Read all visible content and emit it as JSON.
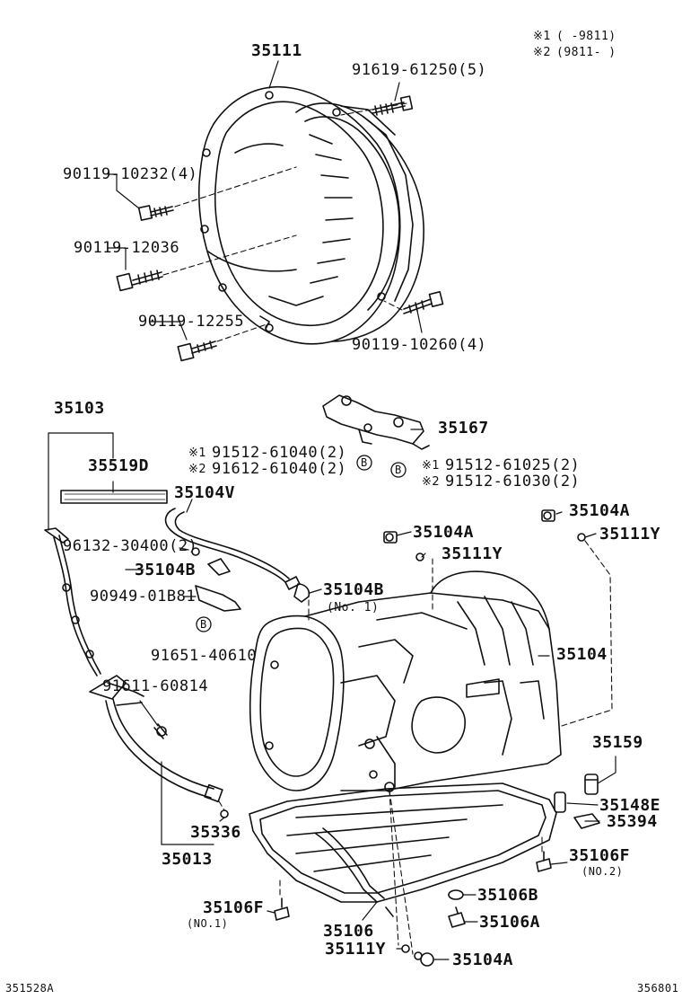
{
  "legend": {
    "note1_mark": "※1",
    "note1_range": "( -9811)",
    "note2_mark": "※2",
    "note2_range": "(9811- )"
  },
  "parts": {
    "p35111": "35111",
    "p91619_61250": "91619-61250(5)",
    "p90119_10232": "90119-10232(4)",
    "p90119_12036": "90119-12036",
    "p90119_12255": "90119-12255",
    "p90119_10260": "90119-10260(4)",
    "p35103": "35103",
    "p35519D": "35519D",
    "p35167": "35167",
    "p91512_61040": "91512-61040(2)",
    "p91612_61040": "91612-61040(2)",
    "p91512_61025": "91512-61025(2)",
    "p91512_61030": "91512-61030(2)",
    "p35104V": "35104V",
    "p96132_30400": "96132-30400(2)",
    "p35104B_1": "35104B",
    "p90949_01B81": "90949-01B81",
    "p35104B_2": "35104B",
    "p35104B_no1": "(No. 1)",
    "p91651_40610": "91651-40610",
    "p91611_60814": "91611-60814",
    "p35104A_top": "35104A",
    "p35111Y_top": "35111Y",
    "p35104A_right": "35104A",
    "p35111Y_right": "35111Y",
    "p35104": "35104",
    "p35159": "35159",
    "p35148E": "35148E",
    "p35394": "35394",
    "p35106F_2": "35106F",
    "p35106F_2_no": "(NO.2)",
    "p35336": "35336",
    "p35013": "35013",
    "p35106F_1": "35106F",
    "p35106F_1_no": "(NO.1)",
    "p35106B": "35106B",
    "p35106A": "35106A",
    "p35106": "35106",
    "p35111Y_bottom": "35111Y",
    "p35104A_bottom": "35104A"
  },
  "markers": {
    "circle_b": "B",
    "note1": "※1",
    "note2": "※2"
  },
  "footer": {
    "left_code": "351528A",
    "right_code": "356801"
  }
}
